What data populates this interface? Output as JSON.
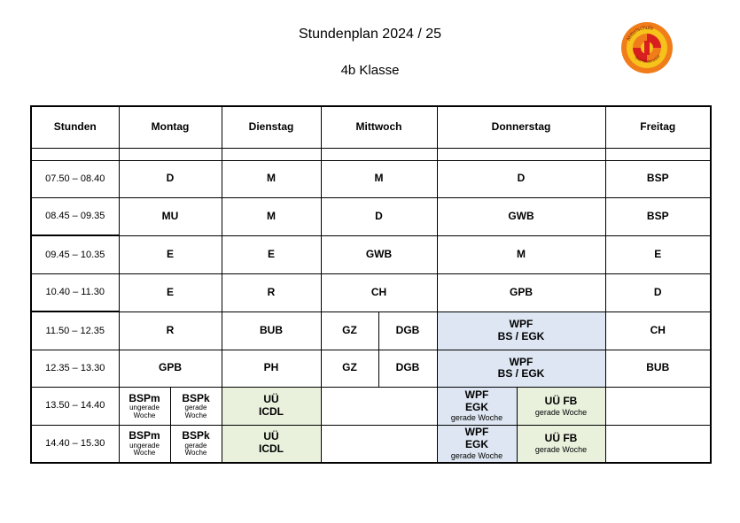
{
  "header": {
    "title": "Stundenplan 2024 / 25",
    "class": "4b Klasse"
  },
  "logo": {
    "ring_text_top": "Mittelschule",
    "ring_text_bottom": "Bad Waltersdorf"
  },
  "columns": [
    "Stunden",
    "Montag",
    "Dienstag",
    "Mittwoch",
    "Donnerstag",
    "Freitag"
  ],
  "rows": [
    {
      "time": "07.50 – 08.40",
      "mo": "D",
      "di": "M",
      "mi": "M",
      "do": "D",
      "fr": "BSP"
    },
    {
      "time": "08.45 – 09.35",
      "mo": "MU",
      "di": "M",
      "mi": "D",
      "do": "GWB",
      "fr": "BSP"
    },
    {
      "time": "09.45 – 10.35",
      "mo": "E",
      "di": "E",
      "mi": "GWB",
      "do": "M",
      "fr": "E"
    },
    {
      "time": "10.40 – 11.30",
      "mo": "E",
      "di": "R",
      "mi": "CH",
      "do": "GPB",
      "fr": "D"
    },
    {
      "time": "11.50 – 12.35",
      "mo": "R",
      "di": "BUB",
      "mi_a": "GZ",
      "mi_b": "DGB",
      "do_l1": "WPF",
      "do_l2": "BS / EGK",
      "fr": "CH"
    },
    {
      "time": "12.35 – 13.30",
      "mo": "GPB",
      "di": "PH",
      "mi_a": "GZ",
      "mi_b": "DGB",
      "do_l1": "WPF",
      "do_l2": "BS / EGK",
      "fr": "BUB"
    },
    {
      "time": "13.50 – 14.40",
      "mo_a": "BSPm",
      "mo_a_s1": "ungerade",
      "mo_a_s2": "Woche",
      "mo_b": "BSPk",
      "mo_b_s1": "gerade",
      "mo_b_s2": "Woche",
      "di_l1": "UÜ",
      "di_l2": "ICDL",
      "do_a1": "WPF",
      "do_a2": "EGK",
      "do_a3": "gerade Woche",
      "do_b1": "UÜ FB",
      "do_b2": "gerade Woche"
    },
    {
      "time": "14.40 – 15.30",
      "mo_a": "BSPm",
      "mo_a_s1": "ungerade",
      "mo_a_s2": "Woche",
      "mo_b": "BSPk",
      "mo_b_s1": "gerade",
      "mo_b_s2": "Woche",
      "di_l1": "UÜ",
      "di_l2": "ICDL",
      "do_a1": "WPF",
      "do_a2": "EGK",
      "do_a3": "gerade Woche",
      "do_b1": "UÜ FB",
      "do_b2": "gerade Woche"
    }
  ],
  "colors": {
    "blue_cell": "#dde6f2",
    "green_cell": "#e9f1dd",
    "logo_orange": "#f07d1a",
    "logo_red": "#d81e1e",
    "logo_yellow": "#f6c21b"
  }
}
